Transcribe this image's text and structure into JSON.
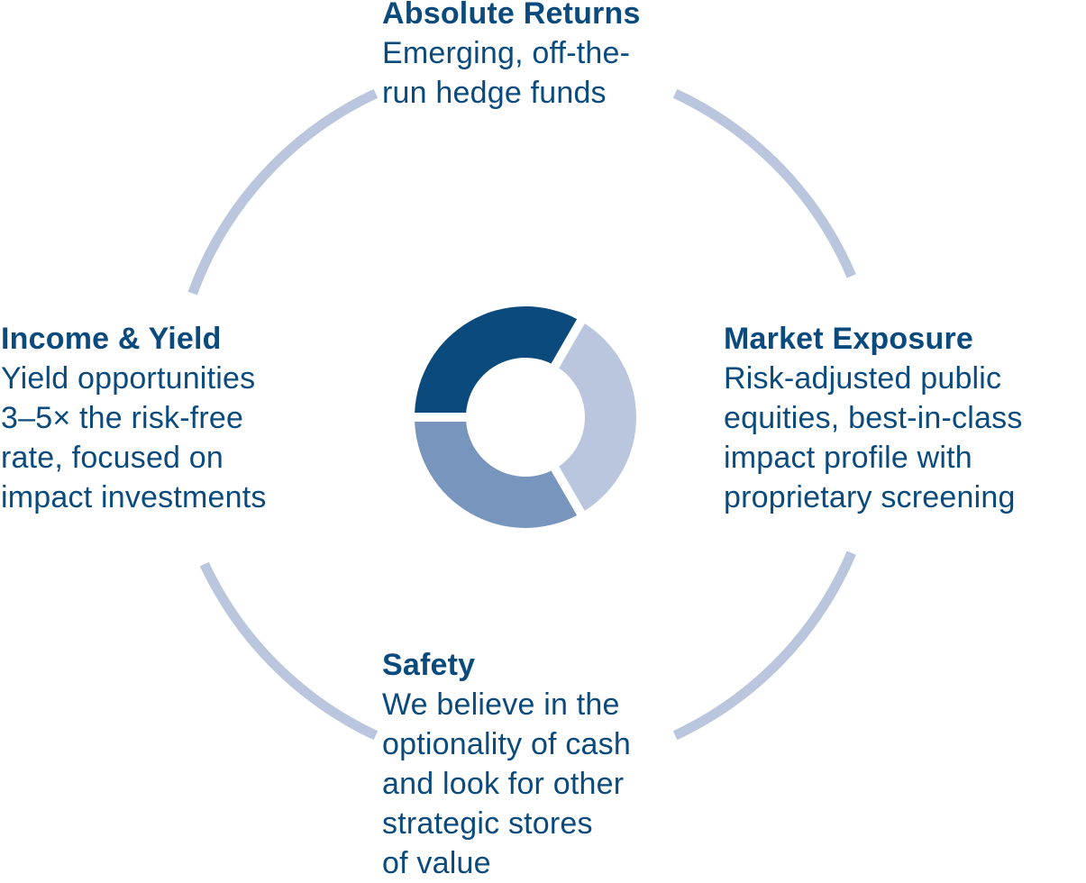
{
  "colors": {
    "text": "#0b4a7d",
    "ring": "#b9c6dd",
    "segment_dark": "#0b4a7d",
    "segment_mid": "#7895be",
    "segment_light": "#b9c6dd"
  },
  "blocks": {
    "top": {
      "title": "Absolute Returns",
      "lines": [
        "Emerging, off-the-",
        "run hedge funds"
      ]
    },
    "right": {
      "title": "Market Exposure",
      "lines": [
        "Risk-adjusted public",
        "equities, best-in-class",
        "impact profile with",
        "proprietary screening"
      ]
    },
    "left": {
      "title": "Income & Yield",
      "lines": [
        "Yield opportunities",
        "3–5× the risk-free",
        "rate, focused on",
        "impact investments"
      ]
    },
    "bottom": {
      "title": "Safety",
      "lines": [
        "We believe in the",
        "optionality of cash",
        "and look for other",
        "strategic stores",
        "of value"
      ]
    }
  }
}
